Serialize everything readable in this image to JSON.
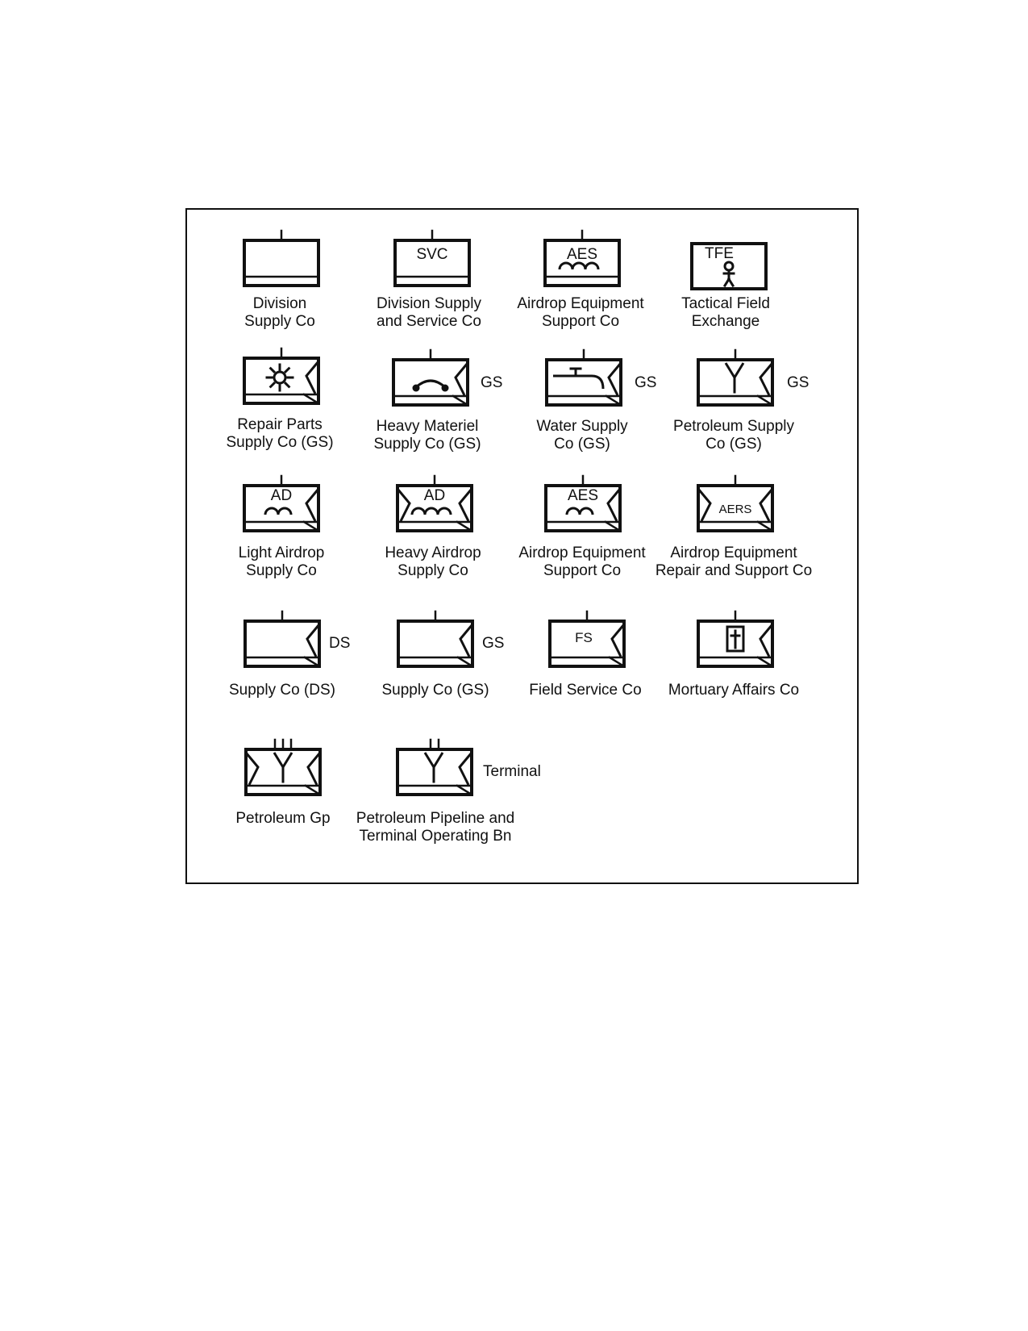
{
  "symbols": [
    {
      "id": "division-supply-co",
      "caption": [
        "Division",
        "Supply Co"
      ]
    },
    {
      "id": "division-supply-service-co",
      "caption": [
        "Division Supply",
        "and Service Co"
      ],
      "inner_text": "SVC"
    },
    {
      "id": "airdrop-equipment-support-co-1",
      "caption": [
        "Airdrop Equipment",
        "Support Co"
      ],
      "inner_text": "AES"
    },
    {
      "id": "tactical-field-exchange",
      "caption": [
        "Tactical Field",
        "Exchange"
      ],
      "inner_text": "TFE"
    },
    {
      "id": "repair-parts-supply-co",
      "caption": [
        "Repair Parts",
        "Supply Co (GS)"
      ]
    },
    {
      "id": "heavy-materiel-supply-co",
      "caption": [
        "Heavy Materiel",
        "Supply Co (GS)"
      ],
      "side_label": "GS"
    },
    {
      "id": "water-supply-co",
      "caption": [
        "Water Supply",
        "Co (GS)"
      ],
      "side_label": "GS"
    },
    {
      "id": "petroleum-supply-co",
      "caption": [
        "Petroleum Supply",
        "Co (GS)"
      ],
      "side_label": "GS"
    },
    {
      "id": "light-airdrop-supply-co",
      "caption": [
        "Light Airdrop",
        "Supply Co"
      ],
      "inner_text": "AD"
    },
    {
      "id": "heavy-airdrop-supply-co",
      "caption": [
        "Heavy Airdrop",
        "Supply Co"
      ],
      "inner_text": "AD"
    },
    {
      "id": "airdrop-equipment-support-co-2",
      "caption": [
        "Airdrop Equipment",
        "Support Co"
      ],
      "inner_text": "AES"
    },
    {
      "id": "airdrop-equipment-repair-support-co",
      "caption": [
        "Airdrop Equipment",
        "Repair and Support Co"
      ],
      "inner_text": "AERS"
    },
    {
      "id": "supply-co-ds",
      "caption": [
        "Supply Co (DS)"
      ],
      "side_label": "DS"
    },
    {
      "id": "supply-co-gs",
      "caption": [
        "Supply Co (GS)"
      ],
      "side_label": "GS"
    },
    {
      "id": "field-service-co",
      "caption": [
        "Field Service Co"
      ],
      "inner_text": "FS"
    },
    {
      "id": "mortuary-affairs-co",
      "caption": [
        "Mortuary Affairs Co"
      ]
    },
    {
      "id": "petroleum-gp",
      "caption": [
        "Petroleum Gp"
      ]
    },
    {
      "id": "petroleum-pipeline-terminal-bn",
      "caption": [
        "Petroleum Pipeline and",
        "Terminal Operating Bn"
      ],
      "side_label": "Terminal"
    }
  ]
}
